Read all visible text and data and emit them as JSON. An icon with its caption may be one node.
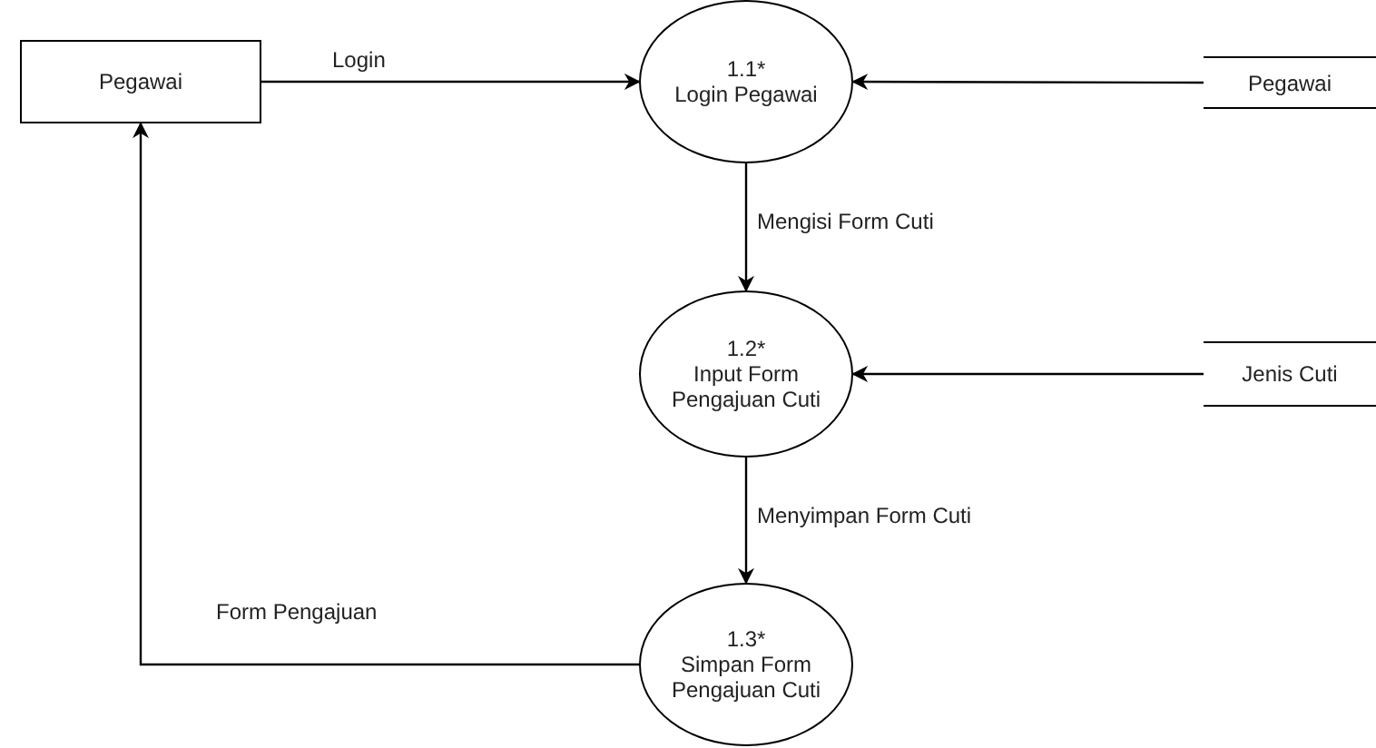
{
  "diagram": {
    "nodes": [
      {
        "text": [
          "Pegawai"
        ]
      },
      {
        "text": [
          "1.1*",
          "Login Pegawai"
        ]
      },
      {
        "text": [
          "1.2*",
          "Input Form Pengajuan Cuti"
        ]
      },
      {
        "text": [
          "1.3*",
          "Simpan Form Pengajuan Cuti"
        ]
      },
      {
        "text": [
          "Pegawai"
        ]
      },
      {
        "text": [
          "Jenis Cuti"
        ]
      }
    ],
    "edges": [
      {
        "from": 0,
        "to": 1,
        "arrow": "to",
        "label": "Login"
      },
      {
        "from": 4,
        "to": 1,
        "arrow": "to"
      },
      {
        "from": 1,
        "to": 2,
        "arrow": "to",
        "label": "Mengisi Form Cuti"
      },
      {
        "from": 5,
        "to": 2,
        "arrow": "to"
      },
      {
        "from": 2,
        "to": 3,
        "arrow": "to",
        "label": "Menyimpan Form Cuti"
      },
      {
        "from": 3,
        "to": 0,
        "arrow": "to",
        "label": "Form Pengajuan"
      }
    ]
  }
}
